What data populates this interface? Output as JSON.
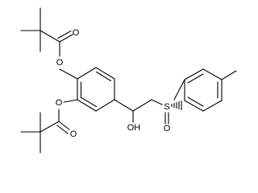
{
  "atoms": {
    "o_ester_top_carbonyl": "O",
    "o_ester_top_link": "O",
    "o_ester_bottom_link": "O",
    "o_ester_bottom_carbonyl": "O",
    "hydroxyl": "OH",
    "sulfur": "S",
    "sulfoxide_oxygen": "O"
  },
  "colors": {
    "bond": "#000000",
    "text": "#000000",
    "background": "#ffffff"
  }
}
